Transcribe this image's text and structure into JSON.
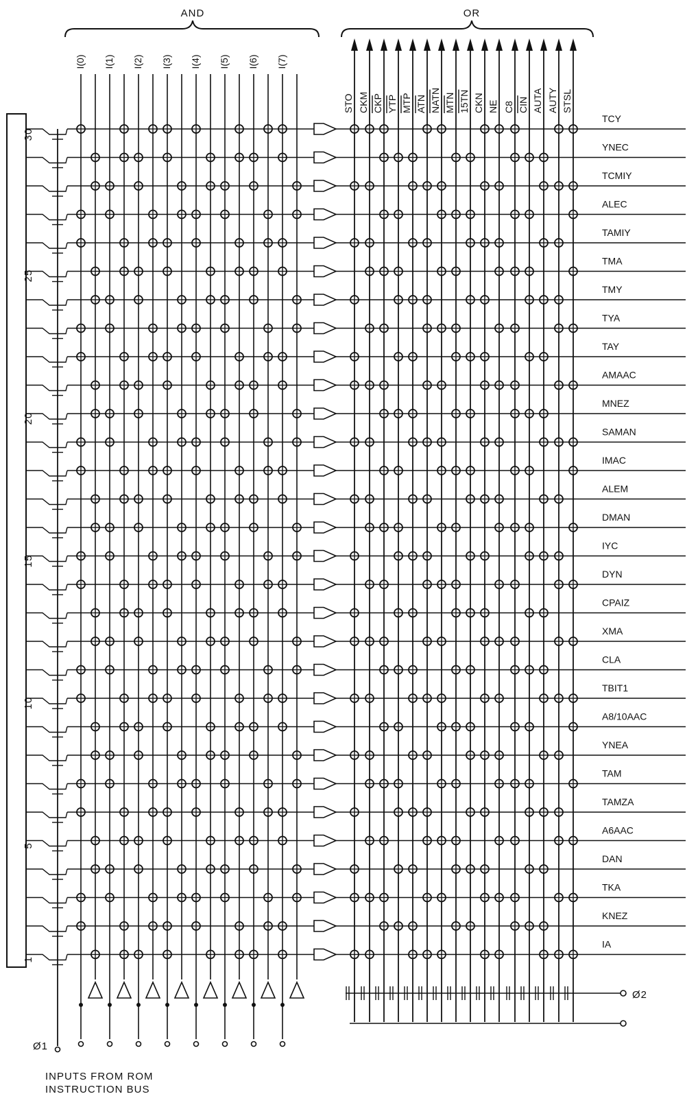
{
  "section_labels": {
    "and": "AND",
    "or": "OR"
  },
  "and_inputs": [
    "I(0)",
    "I(1)",
    "I(2)",
    "I(3)",
    "I(4)",
    "I(5)",
    "I(6)",
    "I(7)"
  ],
  "or_outputs": [
    "STO",
    "CKM",
    "CKP",
    "YTP",
    "MTP",
    "ATN",
    "NATN",
    "MTN",
    "15TN",
    "CKN",
    "NE",
    "C8",
    "CIN",
    "AUTA",
    "AUTY",
    "STSL"
  ],
  "or_outputs_overlined": [
    "CKP",
    "YTP",
    "MTP",
    "ATN",
    "NATN",
    "MTN",
    "15TN",
    "CIN"
  ],
  "instructions": [
    "TCY",
    "YNEC",
    "TCMIY",
    "ALEC",
    "TAMIY",
    "TMA",
    "TMY",
    "TYA",
    "TAY",
    "AMAAC",
    "MNEZ",
    "SAMAN",
    "IMAC",
    "ALEM",
    "DMAN",
    "IYC",
    "DYN",
    "CPAIZ",
    "XMA",
    "CLA",
    "TBIT1",
    "A8/10AAC",
    "YNEA",
    "TAM",
    "TAMZA",
    "A6AAC",
    "DAN",
    "TKA",
    "KNEZ",
    "IA"
  ],
  "row_numbers": [
    "30",
    "25",
    "20",
    "15",
    "10",
    "5",
    "1"
  ],
  "phase_labels": {
    "phi1": "Ø1",
    "phi2": "Ø2"
  },
  "footer_caption": [
    "INPUTS FROM ROM",
    "INSTRUCTION BUS"
  ]
}
